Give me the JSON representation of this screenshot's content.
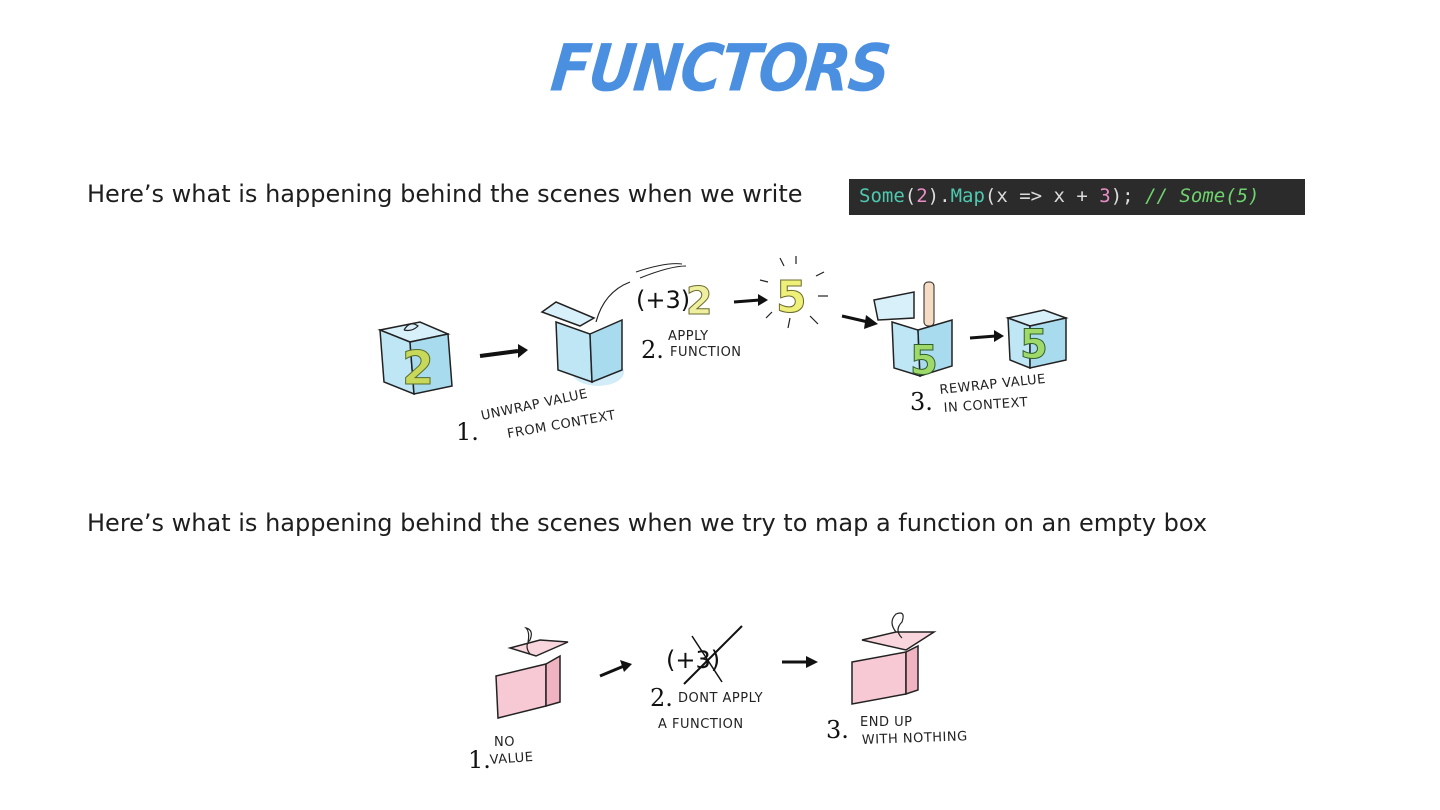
{
  "title": "FUNCTORS",
  "intro_line": "Here’s what is happening behind the scenes when we write",
  "code": {
    "some": "Some",
    "open1": "(",
    "arg": "2",
    "close_dot": ").",
    "map": "Map",
    "open2": "(x => x + ",
    "three": "3",
    "close2": ");",
    "comment": "// Some(5)"
  },
  "diagram1": {
    "box_value": "2",
    "fn": "(+3)",
    "fn_value": "2",
    "result": "5",
    "wrapped": "5",
    "wrapped_after": "5",
    "step1_num": "1.",
    "step1_line1": "UNWRAP VALUE",
    "step1_line2": "FROM CONTEXT",
    "step2_num": "2.",
    "step2_line1": "APPLY",
    "step2_line2": "FUNCTION",
    "step3_num": "3.",
    "step3_line1": "REWRAP VALUE",
    "step3_line2": "IN CONTEXT"
  },
  "second_line": "Here’s what is happening behind the scenes when we try to map a function on an empty box",
  "diagram2": {
    "fn": "(+3)",
    "step1_num": "1.",
    "step1_line1": "NO",
    "step1_line2": "VALUE",
    "step2_num": "2.",
    "step2_line1": "DONT APPLY",
    "step2_line2": "A FUNCTION",
    "step3_num": "3.",
    "step3_line1": "END UP",
    "step3_line2": "WITH NOTHING"
  },
  "colors": {
    "title": "#4a8fe0",
    "box_blue": "#bfe6f5",
    "box_pink": "#f7c9d4",
    "number_yellow": "#e9ec7a",
    "number_green": "#9fd96a"
  }
}
